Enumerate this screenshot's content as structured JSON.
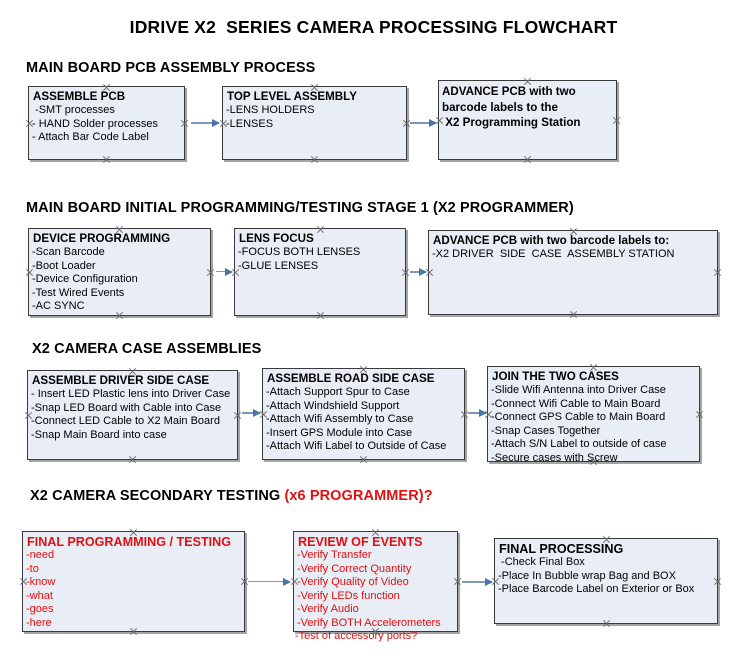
{
  "title": "IDRIVE X2  SERIES CAMERA PROCESSING FLOWCHART",
  "colors": {
    "box_fill": "#e8edf6",
    "box_border": "#3a3a3a",
    "red_text": "#e01010",
    "arrow": "#7c98b6",
    "black_text": "#000000"
  },
  "sections": [
    {
      "heading": "MAIN BOARD PCB ASSEMBLY PROCESS",
      "heading_red": "",
      "boxes": [
        {
          "title": "ASSEMBLE PCB",
          "lines": [
            " -SMT processes",
            "- HAND Solder processes",
            "- Attach Bar Code Label"
          ]
        },
        {
          "title": "TOP LEVEL ASSEMBLY",
          "lines": [
            "-LENS HOLDERS",
            "-LENSES"
          ]
        },
        {
          "title": "ADVANCE PCB with two",
          "lines": [
            "barcode labels to the",
            " X2 Programming Station"
          ]
        }
      ]
    },
    {
      "heading": "MAIN BOARD INITIAL PROGRAMMING/TESTING STAGE 1 (X2 PROGRAMMER)",
      "heading_red": "",
      "boxes": [
        {
          "title": "DEVICE PROGRAMMING",
          "lines": [
            "-Scan Barcode",
            "-Boot Loader",
            "-Device Configuration",
            "-Test Wired Events",
            "-AC SYNC"
          ]
        },
        {
          "title": "LENS FOCUS",
          "lines": [
            "-FOCUS BOTH LENSES",
            "-GLUE LENSES"
          ]
        },
        {
          "title": "ADVANCE PCB with two barcode labels to:",
          "lines": [
            "-X2 DRIVER  SIDE  CASE  ASSEMBLY STATION"
          ]
        }
      ]
    },
    {
      "heading": "X2 CAMERA CASE ASSEMBLIES",
      "heading_red": "",
      "boxes": [
        {
          "title": "ASSEMBLE DRIVER SIDE CASE",
          "lines": [
            "- Insert LED Plastic lens into Driver Case",
            "-Snap LED Board with Cable into Case",
            "-Connect LED Cable to X2 Main Board",
            "-Snap Main Board into case"
          ]
        },
        {
          "title": "ASSEMBLE ROAD SIDE CASE",
          "lines": [
            "-Attach Support Spur to Case",
            "-Attach Windshield Support",
            "-Attach Wifi Assembly to Case",
            "-Insert GPS Module into Case",
            "-Attach Wifi Label to Outside of Case"
          ]
        },
        {
          "title": "JOIN THE TWO CASES",
          "lines": [
            "-Slide Wifi Antenna into Driver Case",
            "-Connect Wifi Cable to Main Board",
            "-Connect GPS Cable to Main Board",
            "-Snap Cases Together",
            "-Attach S/N Label to outside of case",
            "-Secure cases with Screw"
          ]
        }
      ]
    },
    {
      "heading": "X2 CAMERA SECONDARY TESTING ",
      "heading_red": "(x6 PROGRAMMER)?",
      "boxes": [
        {
          "title": "FINAL PROGRAMMING / TESTING",
          "lines": [
            "-need",
            "-to",
            "-know",
            "-what",
            "-goes",
            "-here"
          ]
        },
        {
          "title": "REVIEW OF EVENTS",
          "lines": [
            "-Verify Transfer",
            "-Verify Correct Quantity",
            "-Verify Quality of Video",
            "-Verify LEDs function",
            "-Verify Audio",
            "-Verify BOTH Accelerometers"
          ],
          "overflow_line": "-Test of accessory ports?"
        },
        {
          "title": "FINAL PROCESSING",
          "lines": [
            " -Check Final Box",
            "-Place In Bubble wrap Bag and BOX",
            "-Place Barcode Label on Exterior or Box"
          ]
        }
      ]
    }
  ]
}
